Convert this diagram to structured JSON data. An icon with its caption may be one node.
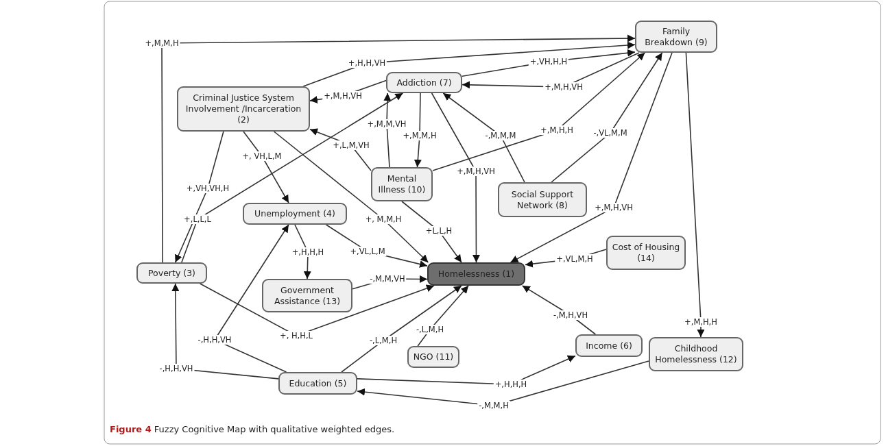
{
  "diagram": {
    "caption": "**Figure 4** Fuzzy Cognitive Map with qualitative weighted edges.",
    "nodes": [
      {
        "text": [
          "Family Breakdown (9)"
        ]
      },
      {
        "text": [
          "Addiction (7)"
        ]
      },
      {
        "text": [
          "Criminal Justice System Involvement /Incarceration (2)"
        ]
      },
      {
        "text": [
          "Mental Illness (10)"
        ]
      },
      {
        "text": [
          "Social Support Network (8)"
        ]
      },
      {
        "text": [
          "Unemployment (4)"
        ]
      },
      {
        "text": [
          "Cost of Housing (14)"
        ]
      },
      {
        "text": [
          "Poverty (3)"
        ]
      },
      {
        "text": [
          "Homelessness (1)"
        ]
      },
      {
        "text": [
          "Government Assistance (13)"
        ]
      },
      {
        "text": [
          "NGO (11)"
        ]
      },
      {
        "text": [
          "Income (6)"
        ]
      },
      {
        "text": [
          "Childhood Homelessness (12)"
        ]
      },
      {
        "text": [
          "Education (5)"
        ]
      }
    ],
    "edges": [
      {
        "from": 7,
        "to": 0,
        "arrow": "to",
        "label": "+,M,M,H"
      },
      {
        "from": 2,
        "to": 0,
        "arrow": "to",
        "label": "+,H,H,VH"
      },
      {
        "from": 1,
        "to": 0,
        "arrow": "to",
        "label": "+,VH,H,H"
      },
      {
        "from": 0,
        "to": 1,
        "arrow": "to",
        "label": "+,M,H,VH"
      },
      {
        "from": 1,
        "to": 2,
        "arrow": "to",
        "label": "+,M,H,VH"
      },
      {
        "from": 3,
        "to": 1,
        "arrow": "to",
        "label": "+,M,M,VH"
      },
      {
        "from": 7,
        "to": 1,
        "arrow": "to",
        "label": "+,L,L,L"
      },
      {
        "from": 3,
        "to": 2,
        "arrow": "to",
        "label": "+,L,M,VH"
      },
      {
        "from": 1,
        "to": 3,
        "arrow": "to",
        "label": "+,M,M,H"
      },
      {
        "from": 1,
        "to": 8,
        "arrow": "to",
        "label": "+,M,H,VH"
      },
      {
        "from": 4,
        "to": 1,
        "arrow": "to",
        "label": "-,M,M,M"
      },
      {
        "from": 3,
        "to": 0,
        "arrow": "to",
        "label": "+,M,H,H"
      },
      {
        "from": 4,
        "to": 0,
        "arrow": "to",
        "label": "-,VL,M,M"
      },
      {
        "from": 0,
        "to": 8,
        "arrow": "to",
        "label": "+,M,H,VH"
      },
      {
        "from": 0,
        "to": 12,
        "arrow": "to",
        "label": "+,M,H,H"
      },
      {
        "from": 2,
        "to": 7,
        "arrow": "to",
        "label": "+,VH,VH,H"
      },
      {
        "from": 2,
        "to": 5,
        "arrow": "to",
        "label": "+, VH,L,M"
      },
      {
        "from": 2,
        "to": 8,
        "arrow": "to",
        "label": "+, M,M,H"
      },
      {
        "from": 3,
        "to": 8,
        "arrow": "to",
        "label": "+L,L,H"
      },
      {
        "from": 5,
        "to": 9,
        "arrow": "to",
        "label": "+,H,H,H"
      },
      {
        "from": 5,
        "to": 8,
        "arrow": "to",
        "label": "+,VL,L,M"
      },
      {
        "from": 6,
        "to": 8,
        "arrow": "to",
        "label": "+,VL,M,H"
      },
      {
        "from": 9,
        "to": 8,
        "arrow": "to",
        "label": "-,M,M,VH"
      },
      {
        "from": 7,
        "to": 8,
        "arrow": "to",
        "label": "+, H,H,L"
      },
      {
        "from": 13,
        "to": 7,
        "arrow": "to",
        "label": "-,H,H,VH"
      },
      {
        "from": 13,
        "to": 5,
        "arrow": "to",
        "label": "-,H,H,VH"
      },
      {
        "from": 13,
        "to": 8,
        "arrow": "to",
        "label": "-,L,M,H"
      },
      {
        "from": 10,
        "to": 8,
        "arrow": "to",
        "label": "-,L,M,H"
      },
      {
        "from": 11,
        "to": 8,
        "arrow": "to",
        "label": "-,M,H,VH"
      },
      {
        "from": 13,
        "to": 11,
        "arrow": "to",
        "label": "+,H,H,H"
      },
      {
        "from": 12,
        "to": 13,
        "arrow": "to",
        "label": "-,M,M,H"
      }
    ]
  }
}
